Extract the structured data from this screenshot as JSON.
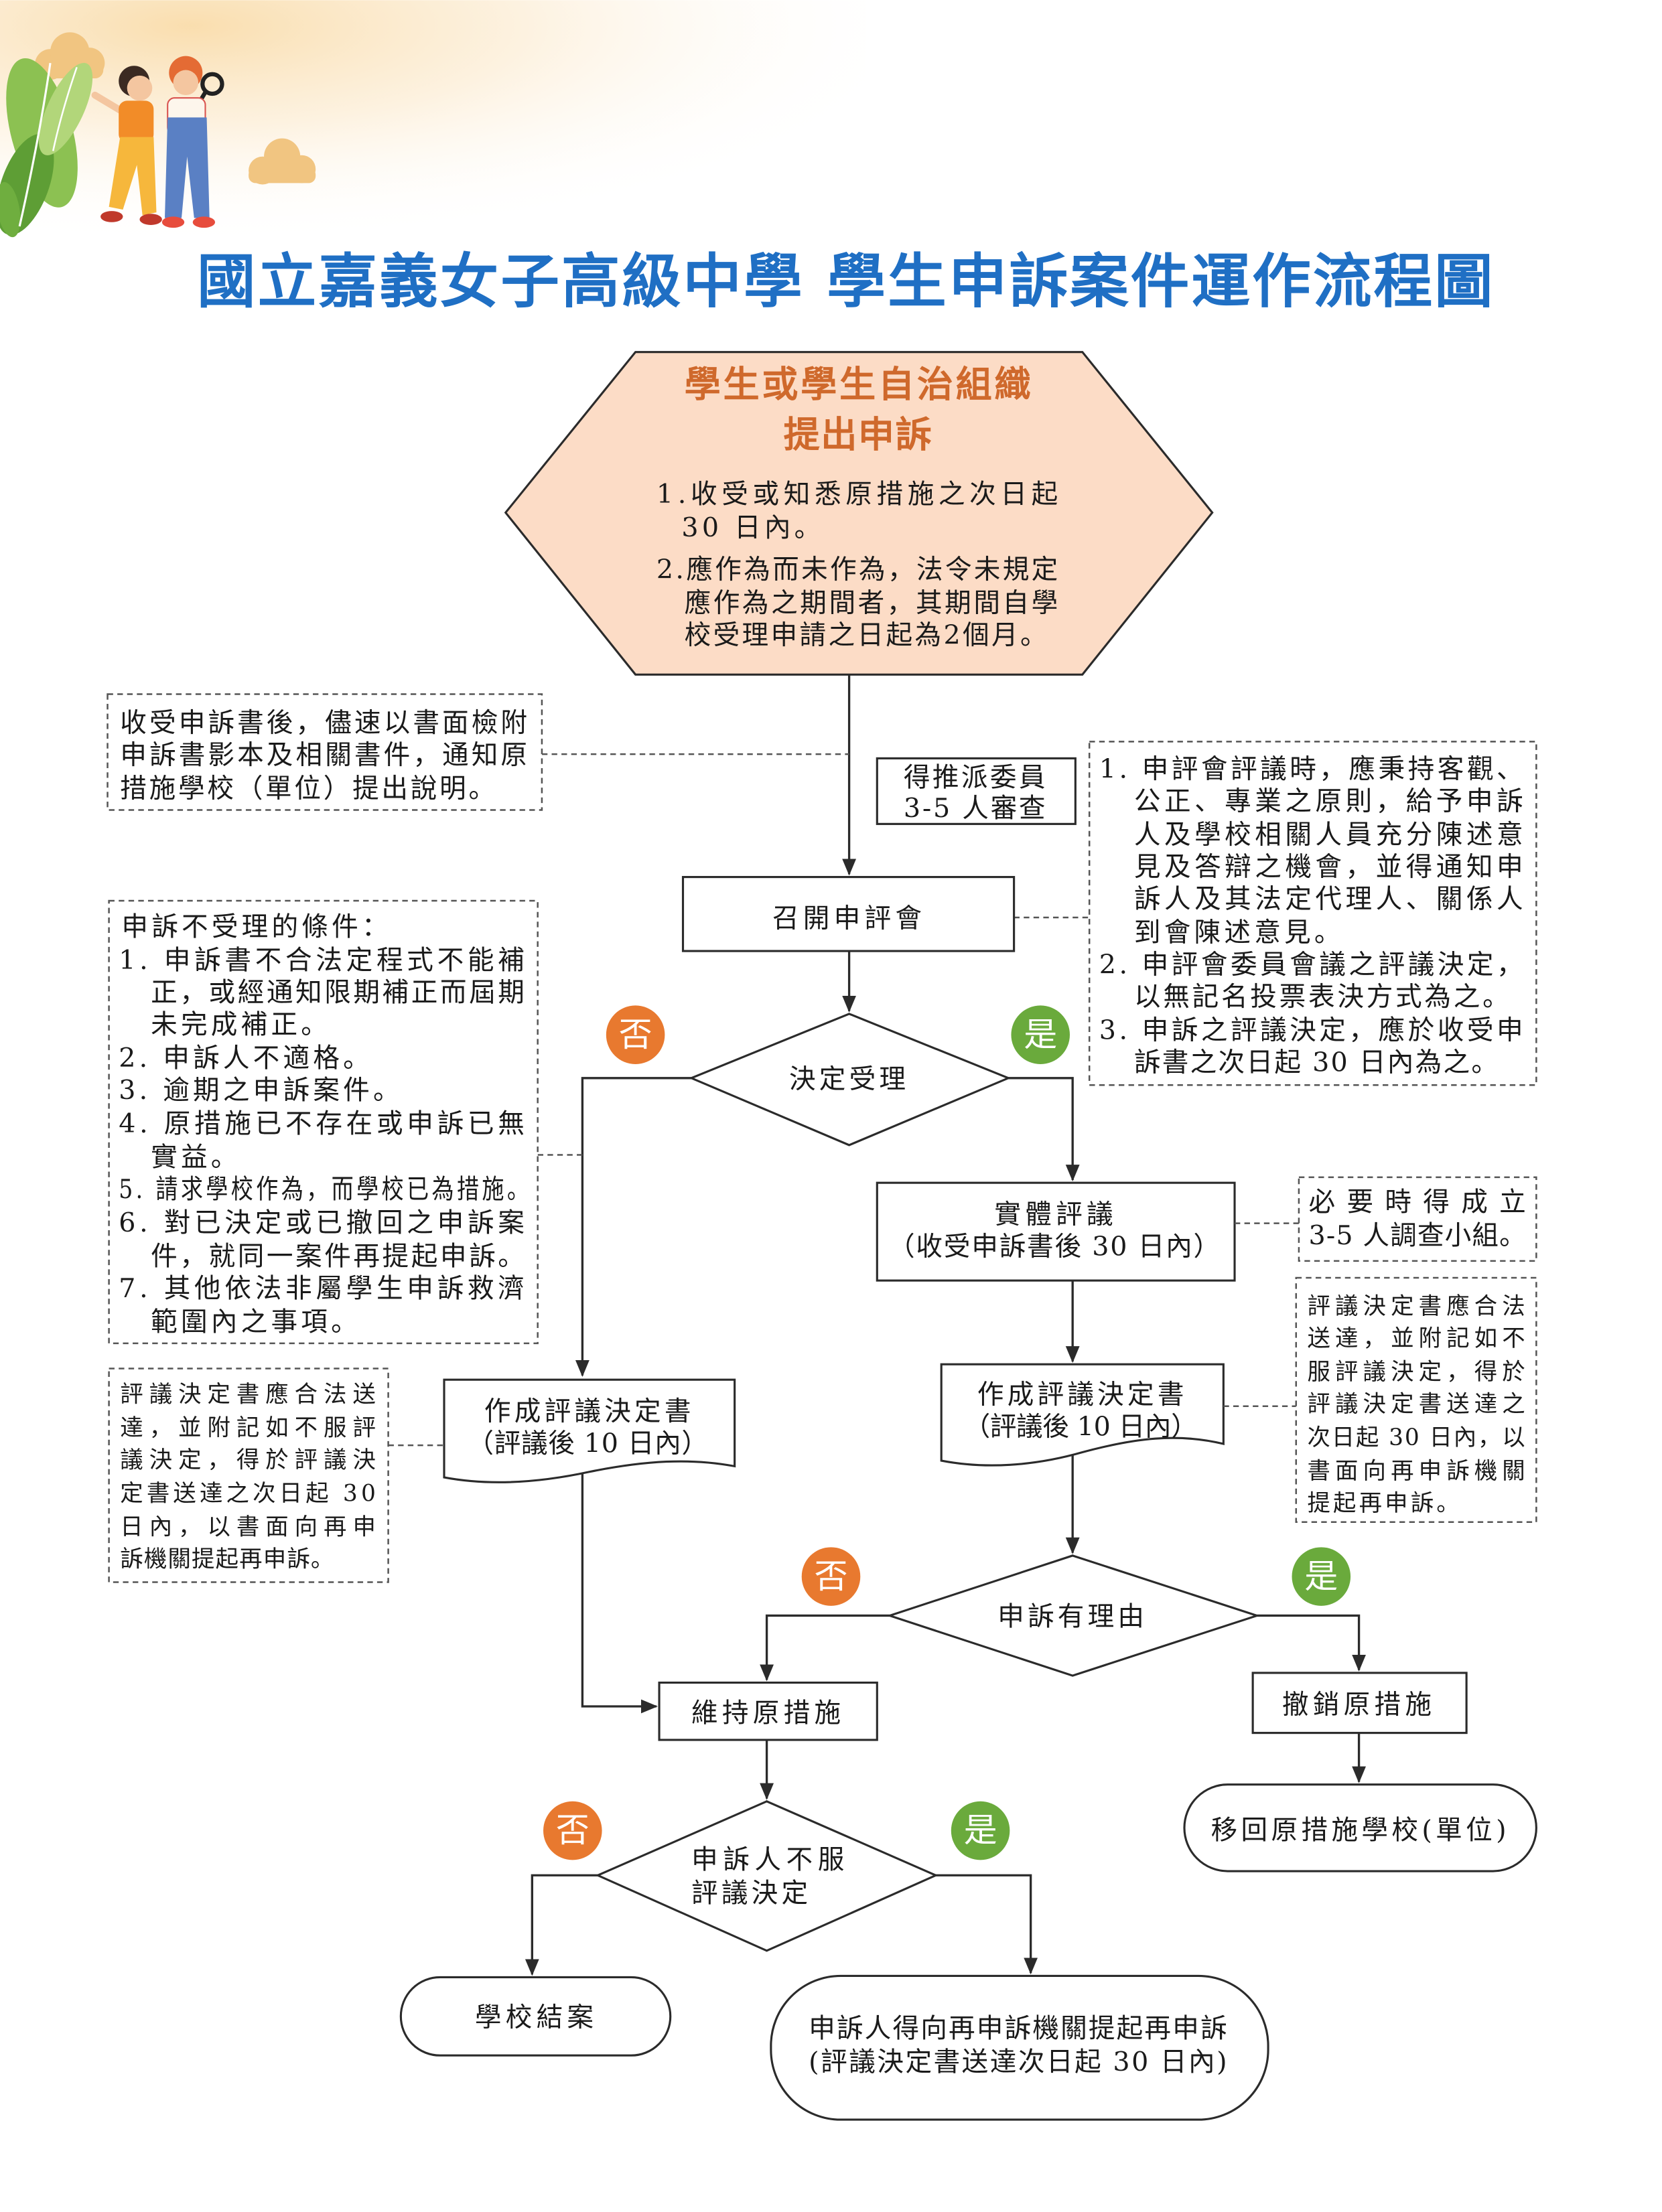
{
  "page": {
    "title": "國立嘉義女子高級中學 學生申訴案件運作流程圖"
  },
  "colors": {
    "title": "#1f6fc4",
    "start_fill": "#fcdcc6",
    "start_title": "#cf692c",
    "no_badge": "#e8792f",
    "yes_badge": "#6aaa3c"
  },
  "icons": [
    "leaf-icon",
    "cloud-icon",
    "people-illustration-icon"
  ],
  "branch_labels": {
    "no": "否",
    "yes": "是"
  },
  "start": {
    "title_lines": [
      "學生或學生自治組織",
      "提出申訴"
    ],
    "rules": [
      [
        "1.收受或知悉原措施之次日起",
        "30 日內。"
      ],
      [
        "2.應作為而未作為，法令未規定",
        "應作為之期間者，其期間自學",
        "校受理申請之日起為2個月。"
      ]
    ]
  },
  "notice_note": [
    "收受申訴書後，儘速以書面檢附",
    "申訴書影本及相關書件，通知原",
    "措施學校（單位）提出說明。"
  ],
  "review_panel": [
    "得推派委員",
    "3-5 人審查"
  ],
  "convene": "召開申評會",
  "meeting_rules_note": [
    "1. 申評會評議時，應秉持客觀、",
    "公正、專業之原則，給予申訴",
    "人及學校相關人員充分陳述意",
    "見及答辯之機會，並得通知申",
    "訴人及其法定代理人、關係人",
    "到會陳述意見。",
    "2. 申評會委員會議之評議決定，",
    "以無記名投票表決方式為之。",
    "3. 申訴之評議決定，應於收受申",
    "訴書之次日起 30 日內為之。"
  ],
  "accept_decision": "決定受理",
  "rejection_note": [
    "申訴不受理的條件：",
    "1. 申訴書不合法定程式不能補",
    "正，或經通知限期補正而屆期",
    "未完成補正。",
    "2. 申訴人不適格。",
    "3. 逾期之申訴案件。",
    "4. 原措施已不存在或申訴已無",
    "實益。",
    "5. 請求學校作為，而學校已為措施。",
    "6. 對已決定或已撤回之申訴案",
    "件，就同一案件再提起申訴。",
    "7. 其他依法非屬學生申訴救濟",
    "範圍內之事項。"
  ],
  "substantive_review": [
    "實體評議",
    "（收受申訴書後 30 日內）"
  ],
  "investigation_note": [
    "必要時得成立",
    "3-5 人調查小組。"
  ],
  "decision_doc_right": [
    "作成評議決定書",
    "（評議後 10 日內）"
  ],
  "appeal_note_right": [
    "評議決定書應合法",
    "送達，並附記如不",
    "服評議決定，得於",
    "評議決定書送達之",
    "次日起 30 日內，以",
    "書面向再申訴機關",
    "提起再申訴。"
  ],
  "decision_doc_left": [
    "作成評議決定書",
    "（評議後 10 日內）"
  ],
  "appeal_note_left": [
    "評議決定書應合法送",
    "達，並附記如不服評",
    "議決定，得於評議決",
    "定書送達之次日起 30",
    "日內，以書面向再申",
    "訴機關提起再申訴。"
  ],
  "justified_decision": "申訴有理由",
  "maintain": "維持原措施",
  "revoke": "撤銷原措施",
  "return_to_school": "移回原措施學校(單位)",
  "disagree_decision": [
    "申訴人不服",
    "評議決定"
  ],
  "close_case": "學校結案",
  "re_appeal": [
    "申訴人得向再申訴機關提起再申訴",
    "(評議決定書送達次日起 30 日內)"
  ]
}
